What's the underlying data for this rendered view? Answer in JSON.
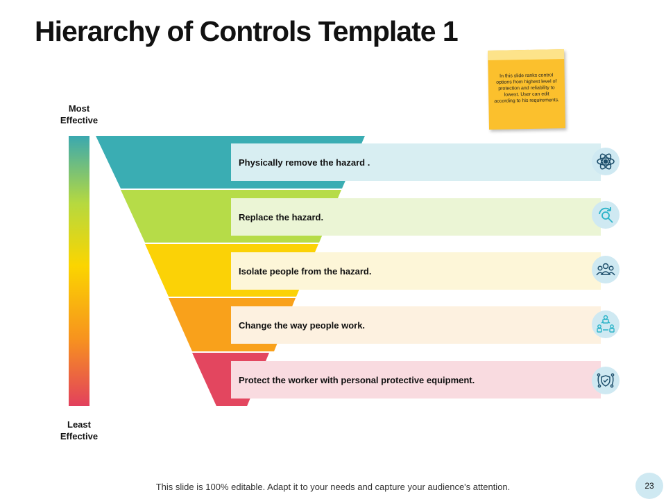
{
  "slide": {
    "title": "Hierarchy of Controls Template 1",
    "sticky_note": "In this slide ranks control options from highest level of protection and reliability to lowest. User can edit according to his requirements.",
    "scale": {
      "top_line1": "Most",
      "top_line2": "Effective",
      "bottom_line1": "Least",
      "bottom_line2": "Effective",
      "gradient_colors": [
        "#3aa8b0",
        "#b6d93f",
        "#fbd500",
        "#f7931e",
        "#e2405d"
      ]
    },
    "levels": [
      {
        "text": "Physically  remove the hazard .",
        "color": "#3aadb3",
        "band_color": "#d8eef2",
        "icon": "atom-icon"
      },
      {
        "text": "Replace  the hazard.",
        "color": "#b6dc48",
        "band_color": "#ebf5d5",
        "icon": "replace-cycle-icon"
      },
      {
        "text": "Isolate people from the hazard.",
        "color": "#fbd206",
        "band_color": "#fdf6d8",
        "icon": "people-group-icon"
      },
      {
        "text": "Change the way people work.",
        "color": "#f9a11b",
        "band_color": "#fdf1e0",
        "icon": "workflow-people-icon"
      },
      {
        "text": "Protect the worker with personal protective equipment.",
        "color": "#e3465f",
        "band_color": "#f9dbe0",
        "icon": "shield-protection-icon"
      }
    ],
    "footer": "This slide is 100% editable. Adapt it to your needs and capture your audience's attention.",
    "page_number": "23"
  }
}
